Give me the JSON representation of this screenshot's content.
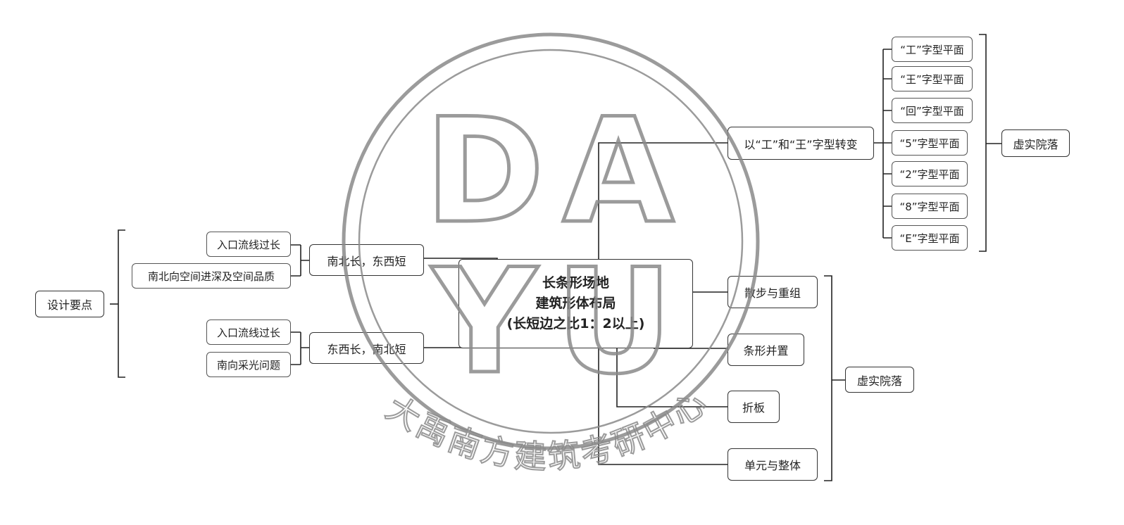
{
  "root": {
    "line1": "长条形场地",
    "line2": "建筑形体布局",
    "line3": "(长短边之比1：2以上)"
  },
  "left": {
    "summary": "设计要点",
    "branch_ns": {
      "label": "南北长，东西短",
      "items": [
        "入口流线过长",
        "南北向空间进深及空间品质"
      ]
    },
    "branch_ew": {
      "label": "东西长，南北短",
      "items": [
        "入口流线过长",
        "南向采光问题"
      ]
    }
  },
  "right_top": {
    "label": "以“工”和“王”字型转变",
    "items": [
      "“工”字型平面",
      "“王”字型平面",
      "“回”字型平面",
      "“5”字型平面",
      "“2”字型平面",
      "“8”字型平面",
      "“E”字型平面"
    ],
    "summary": "虚实院落"
  },
  "right_bottom": {
    "items": [
      "散步与重组",
      "条形并置",
      "折板",
      "单元与整体"
    ],
    "summary": "虚实院落"
  },
  "watermark": {
    "letters": [
      "D",
      "A",
      "Y",
      "U"
    ],
    "caption": "大禹南方建筑考研中心"
  },
  "colors": {
    "line": "#222222",
    "border": "#333333",
    "watermark": "#8a8a8a"
  }
}
